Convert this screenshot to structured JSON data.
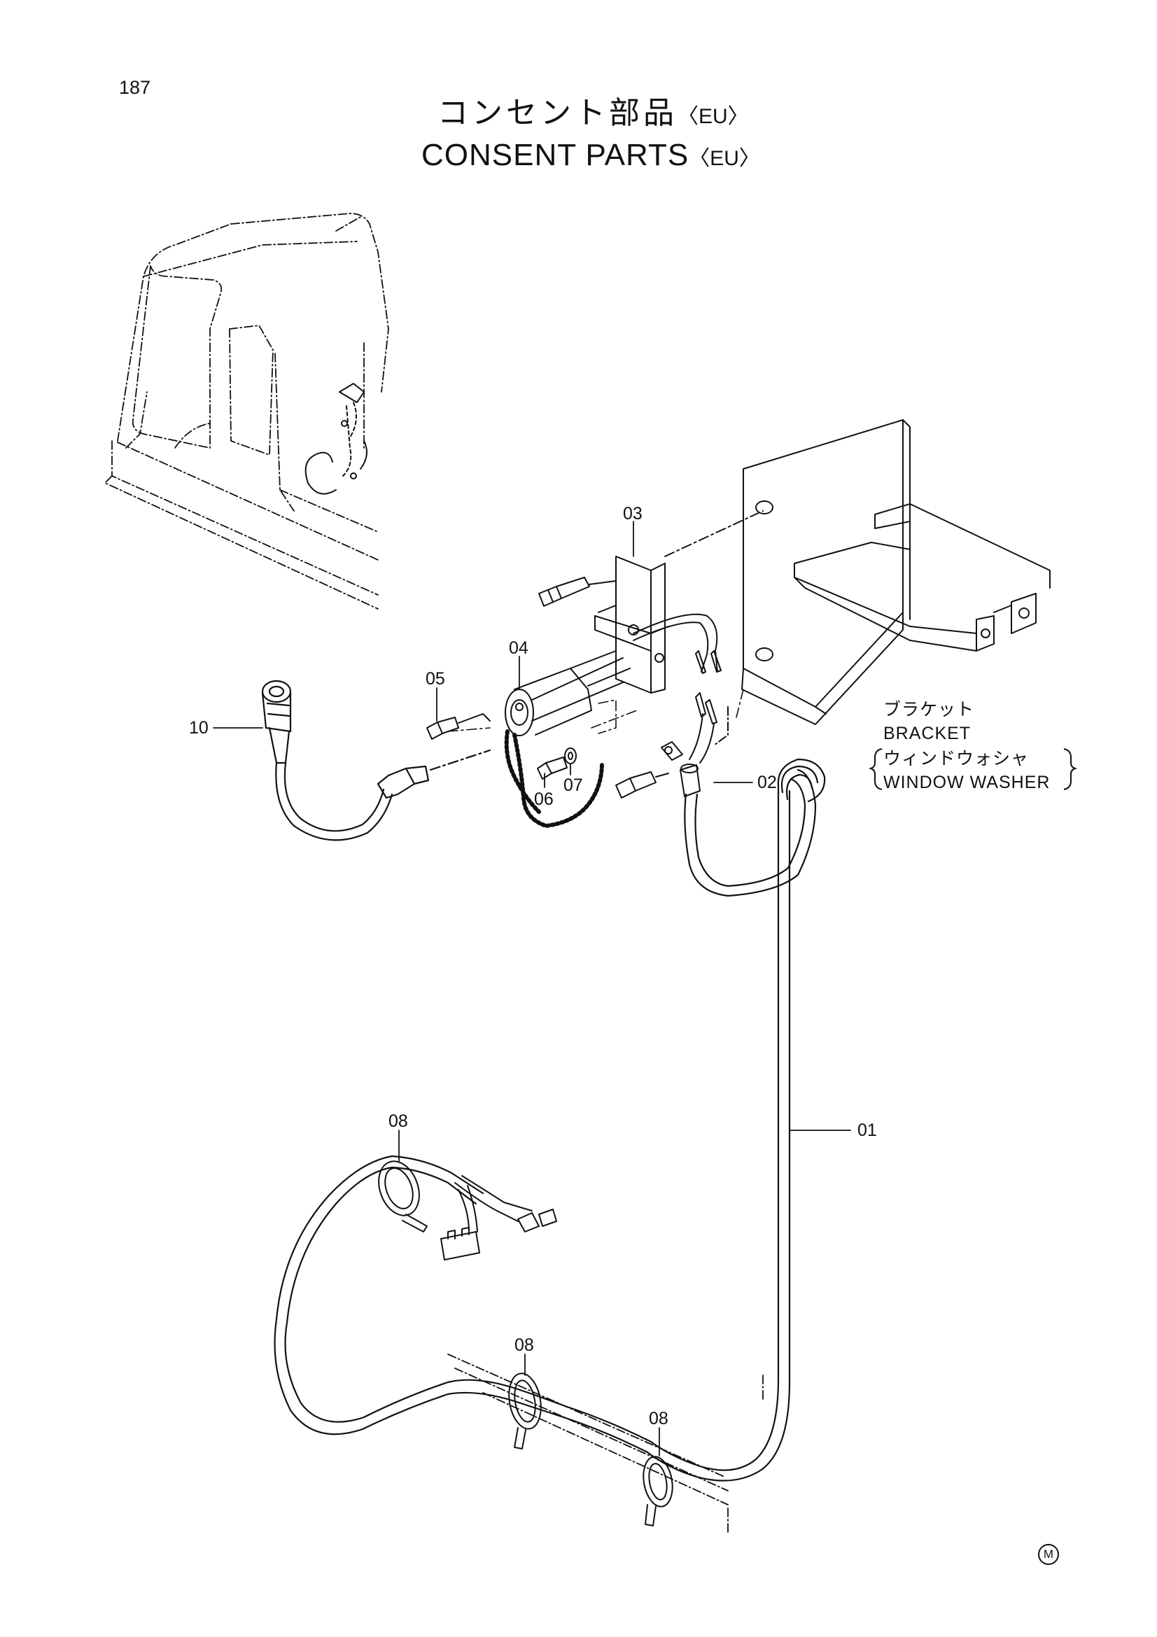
{
  "page_number": "187",
  "title": {
    "japanese": "コンセント部品",
    "english": "CONSENT PARTS",
    "region_tag": "〈EU〉"
  },
  "callouts": [
    {
      "id": "c01",
      "label": "01"
    },
    {
      "id": "c02",
      "label": "02"
    },
    {
      "id": "c03",
      "label": "03"
    },
    {
      "id": "c04",
      "label": "04"
    },
    {
      "id": "c05",
      "label": "05"
    },
    {
      "id": "c06",
      "label": "06"
    },
    {
      "id": "c07",
      "label": "07"
    },
    {
      "id": "c08a",
      "label": "08"
    },
    {
      "id": "c08b",
      "label": "08"
    },
    {
      "id": "c08c",
      "label": "08"
    },
    {
      "id": "c10",
      "label": "10"
    }
  ],
  "notes": {
    "bracket_jp": "ブラケット",
    "bracket_en": "BRACKET",
    "washer_jp": "ウィンドウォシャ",
    "washer_en": "WINDOW  WASHER"
  },
  "publisher_mark": "M"
}
